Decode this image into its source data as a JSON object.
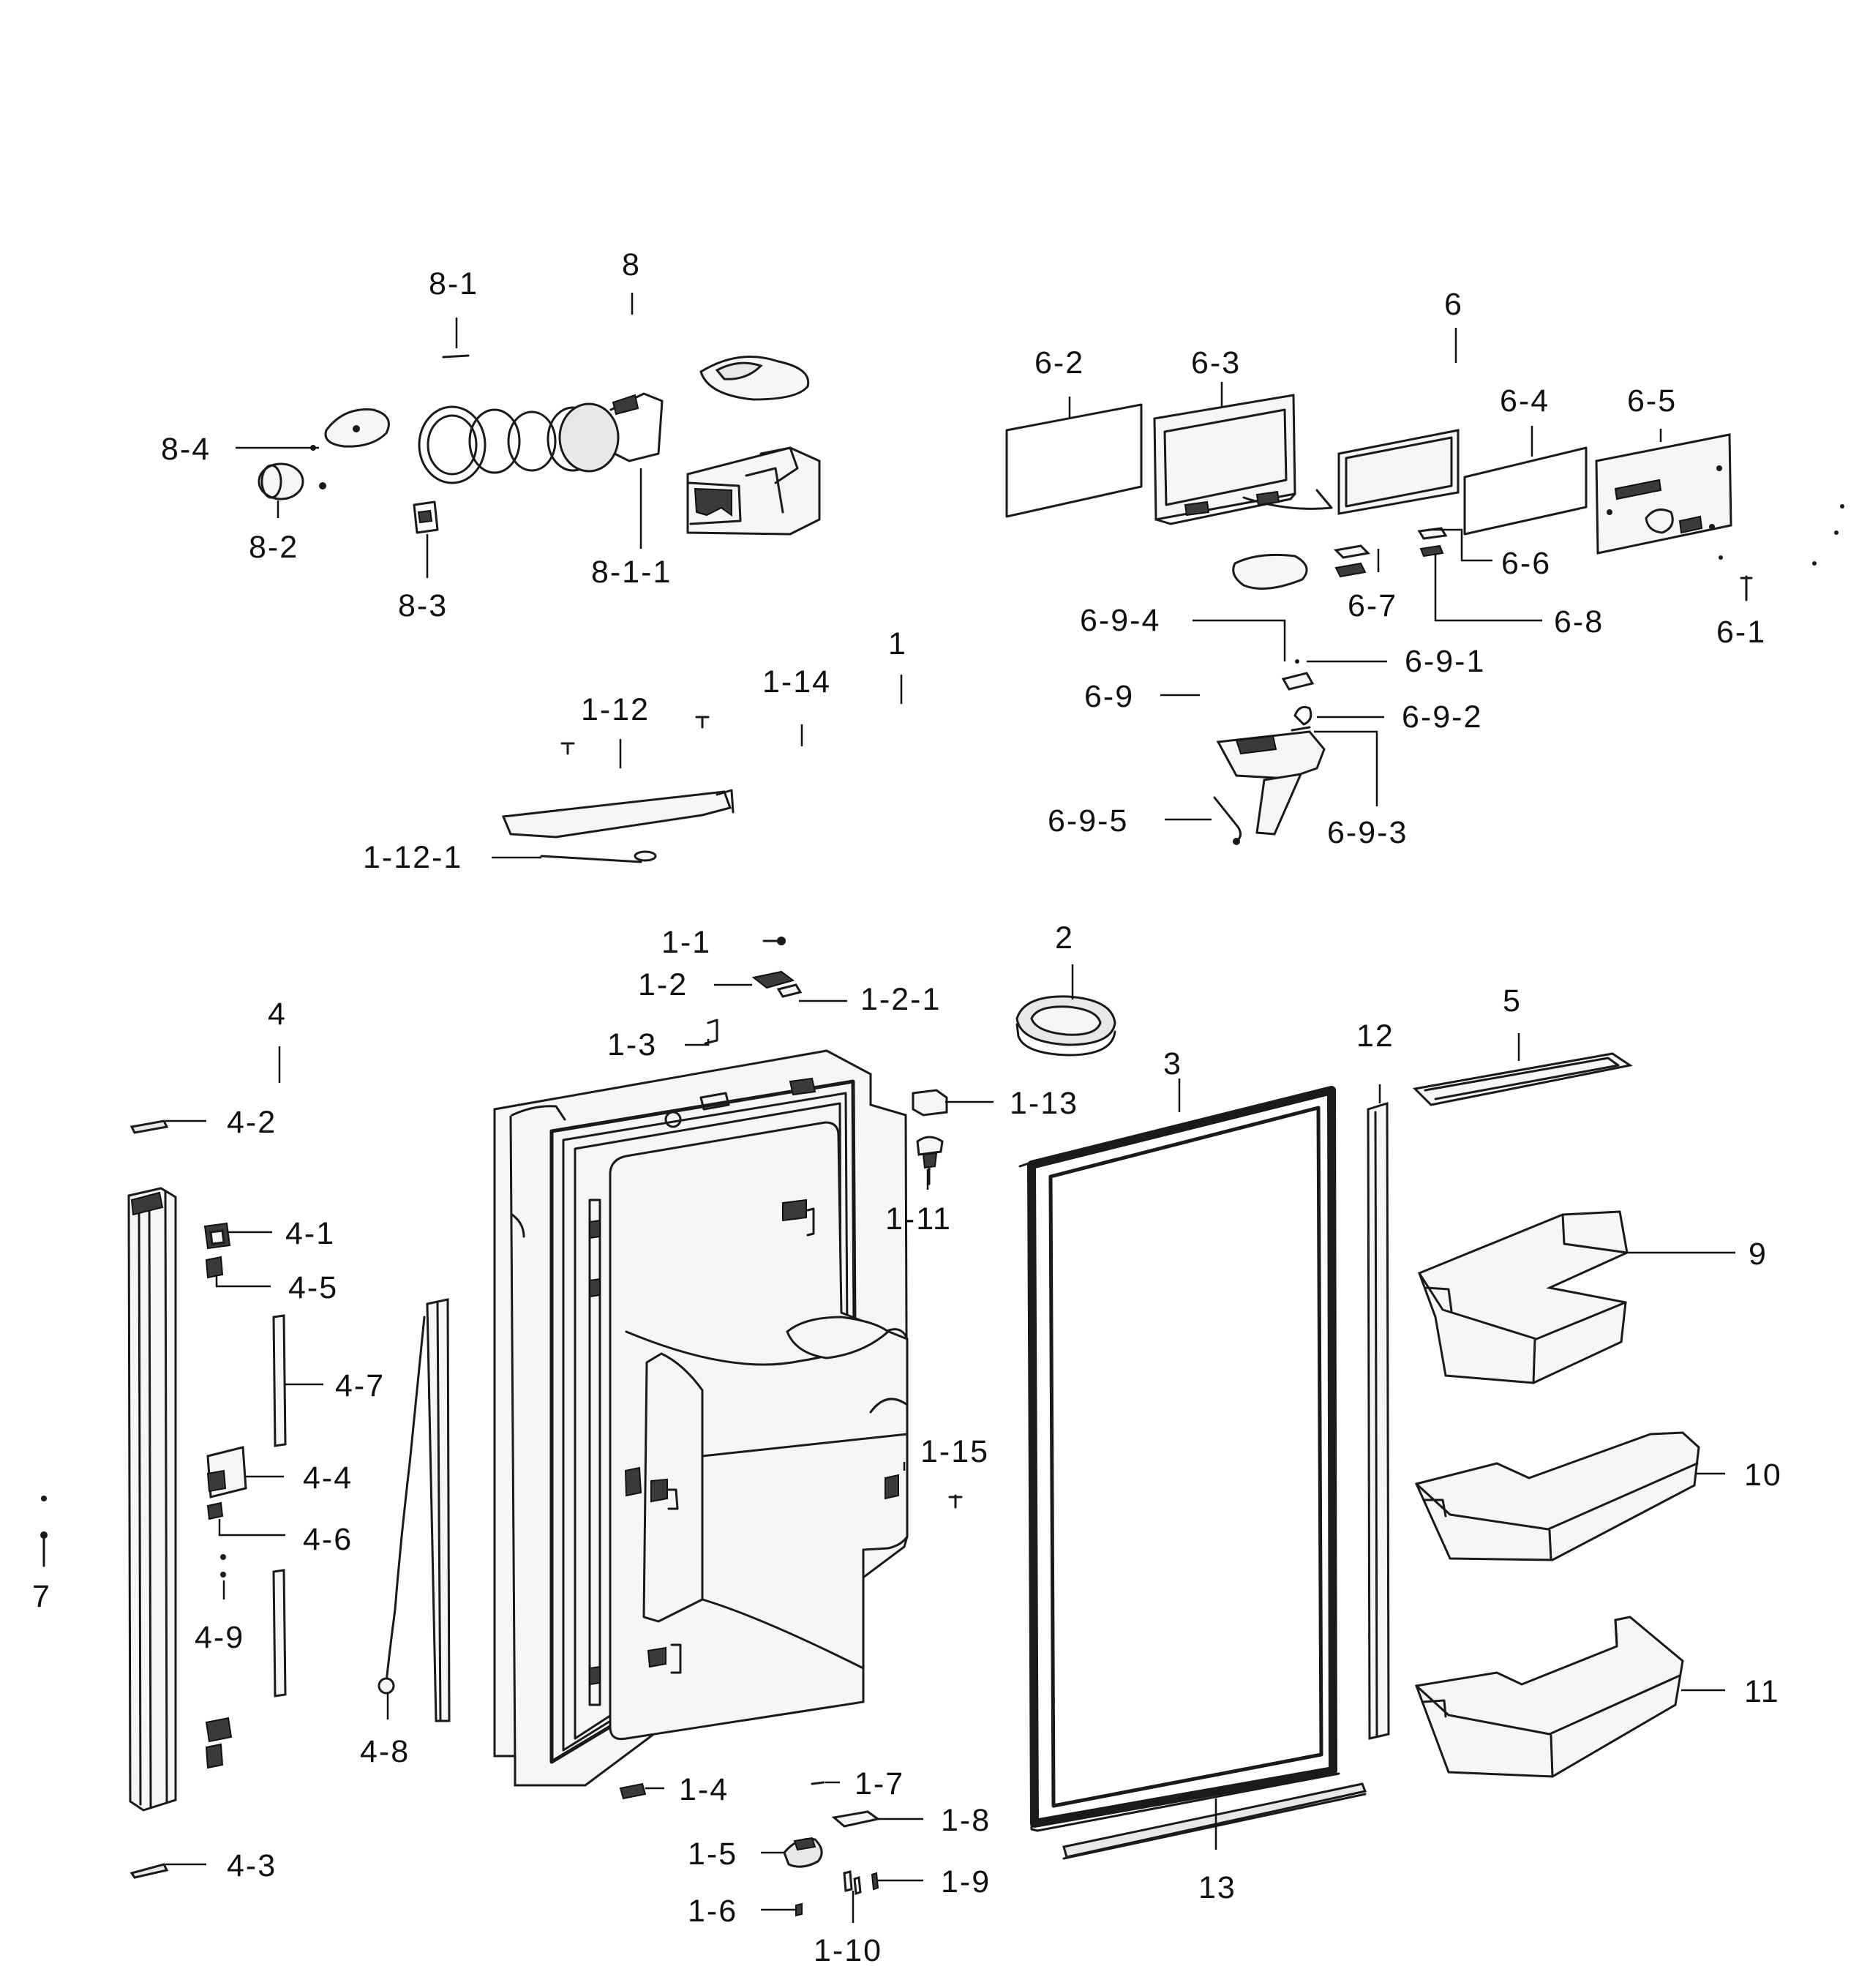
{
  "diagram": {
    "callouts": {
      "c8_1": "8-1",
      "c8": "8",
      "c8_4": "8-4",
      "c8_2": "8-2",
      "c8_3": "8-3",
      "c8_1_1": "8-1-1",
      "c6": "6",
      "c6_2": "6-2",
      "c6_3": "6-3",
      "c6_4": "6-4",
      "c6_5": "6-5",
      "c6_6": "6-6",
      "c6_7": "6-7",
      "c6_8": "6-8",
      "c6_1": "6-1",
      "c6_9_4": "6-9-4",
      "c6_9_1": "6-9-1",
      "c6_9": "6-9",
      "c6_9_2": "6-9-2",
      "c6_9_5": "6-9-5",
      "c6_9_3": "6-9-3",
      "c1": "1",
      "c1_14": "1-14",
      "c1_12": "1-12",
      "c1_12_1": "1-12-1",
      "c1_1": "1-1",
      "c1_2": "1-2",
      "c1_2_1": "1-2-1",
      "c1_3": "1-3",
      "c2": "2",
      "c4": "4",
      "c4_2": "4-2",
      "c1_13": "1-13",
      "c3": "3",
      "c12": "12",
      "c5": "5",
      "c4_1": "4-1",
      "c4_5": "4-5",
      "c1_11": "1-11",
      "c9": "9",
      "c4_7": "4-7",
      "c4_4": "4-4",
      "c1_15": "1-15",
      "c10": "10",
      "c4_6": "4-6",
      "c7": "7",
      "c4_9": "4-9",
      "c11": "11",
      "c4_8": "4-8",
      "c1_4": "1-4",
      "c1_7": "1-7",
      "c1_8": "1-8",
      "c1_5": "1-5",
      "c1_9": "1-9",
      "c13": "13",
      "c4_3": "4-3",
      "c1_6": "1-6",
      "c1_10": "1-10"
    }
  }
}
